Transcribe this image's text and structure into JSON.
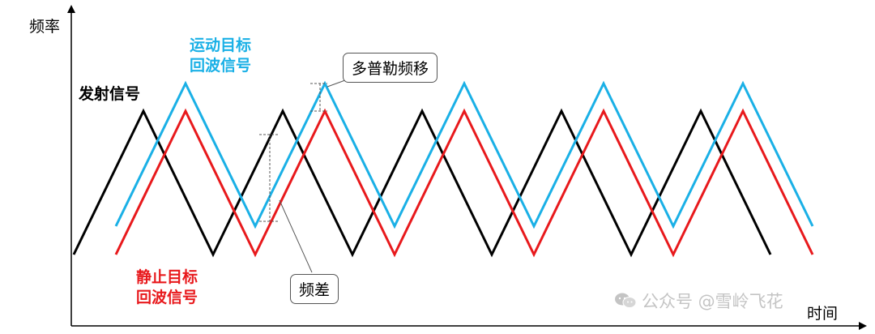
{
  "axes": {
    "y_label": "频率",
    "x_label": "时间"
  },
  "signals": [
    {
      "line1": "发射信号",
      "line2": "",
      "color": "#000000"
    },
    {
      "line1": "运动目标",
      "line2": "回波信号",
      "color": "#1ab0e6"
    },
    {
      "line1": "静止目标",
      "line2": "回波信号",
      "color": "#e8191c"
    }
  ],
  "callouts": {
    "doppler": "多普勒频移",
    "beat": "频差"
  },
  "watermark": "公众号 @雪岭飞花",
  "colors": {
    "transmit": "#000000",
    "moving_echo": "#1ab0e6",
    "static_echo": "#e8191c"
  }
}
